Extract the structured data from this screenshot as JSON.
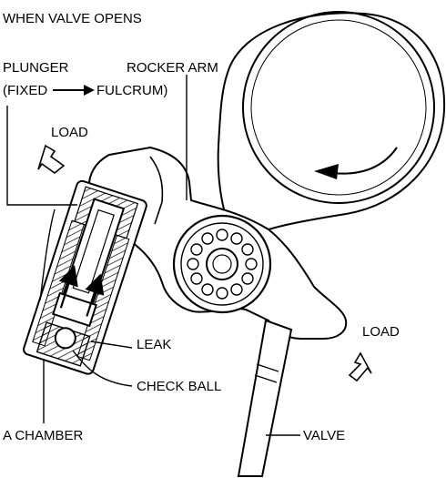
{
  "diagram": {
    "title": "WHEN VALVE OPENS",
    "labels": {
      "plunger": "PLUNGER",
      "fixed_fulcrum_left": "(FIXED",
      "fixed_fulcrum_right": "FULCRUM)",
      "rocker_arm": "ROCKER ARM",
      "load_left": "LOAD",
      "load_right": "LOAD",
      "leak": "LEAK",
      "check_ball": "CHECK BALL",
      "a_chamber": "A CHAMBER",
      "valve": "VALVE"
    }
  }
}
